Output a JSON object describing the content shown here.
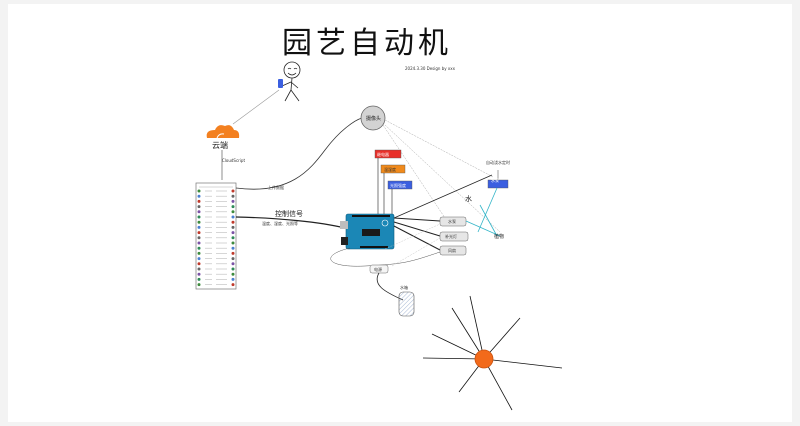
{
  "title": "园艺自动机",
  "subtitle": "2024.3.30 Design by xxx",
  "nodes": {
    "cloud_label": "云端",
    "cloud_script": "CloudScript",
    "sensor_label": "摄像头",
    "red_label": "继电器",
    "orange_label": "温湿度",
    "blue_label": "光照强度",
    "right_blue_label": "水泵",
    "right_top_note": "自动浇水定时",
    "box1": "水泵",
    "box2": "补光灯",
    "box3": "风扇",
    "bottom_small": "电源",
    "cylinder_label": "水箱"
  },
  "edges": {
    "board_to_sensor": "上传数据",
    "board_to_arduino": "控制信号",
    "board_to_arduino_sub": "温度、湿度、光照等",
    "water_label": "水",
    "to_plant": "植物"
  },
  "colors": {
    "red": "#e8302a",
    "orange": "#f08a1c",
    "blue": "#3b5fe0",
    "arduino": "#1b87b6",
    "sun": "#f26a1b",
    "cloud": "#f38020"
  }
}
